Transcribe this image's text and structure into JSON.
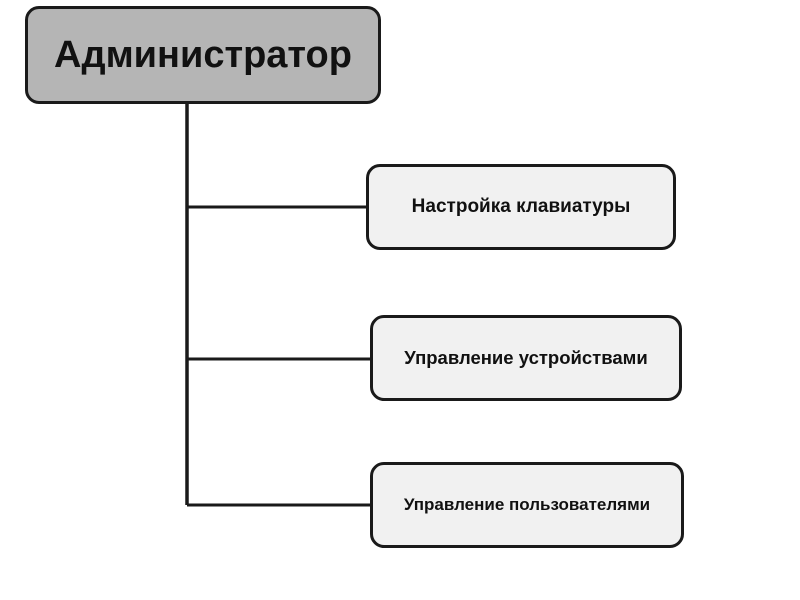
{
  "diagram": {
    "root": {
      "label": "Администратор"
    },
    "children": [
      {
        "label": "Настройка клавиатуры"
      },
      {
        "label": "Управление устройствами"
      },
      {
        "label": "Управление пользователями"
      }
    ]
  },
  "colors": {
    "root_fill": "#b5b5b5",
    "child_fill": "#f1f1f1",
    "stroke": "#1a1a1a"
  }
}
